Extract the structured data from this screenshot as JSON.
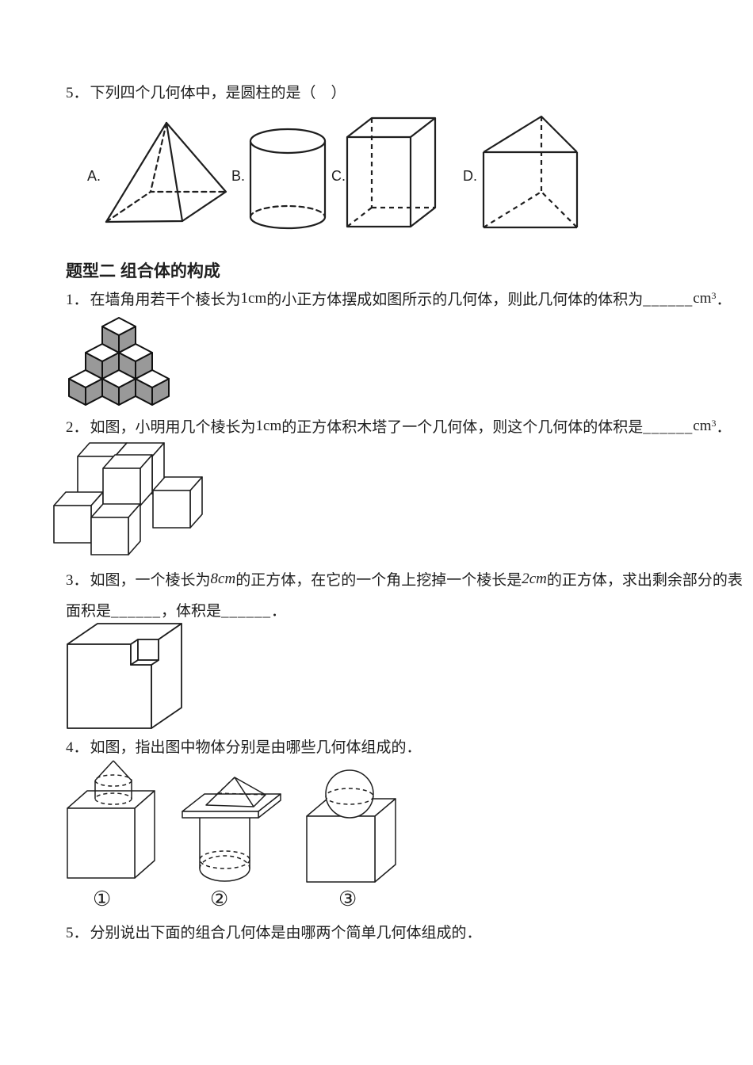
{
  "colors": {
    "ink": "#1f1f1f",
    "cube_fill": "#999999",
    "paper": "#ffffff"
  },
  "q5_choice": {
    "number": "5．",
    "text": "下列四个几何体中，是圆柱的是（　）",
    "options": [
      {
        "label": "A.",
        "shape": "square-pyramid"
      },
      {
        "label": "B.",
        "shape": "cylinder"
      },
      {
        "label": "C.",
        "shape": "cuboid"
      },
      {
        "label": "D.",
        "shape": "triangular-prism"
      }
    ]
  },
  "section": {
    "title": "题型二 组合体的构成"
  },
  "q1": {
    "number": "1．",
    "p1": "在墙角用若干个棱长为",
    "u1": "1cm",
    "p2": "的小正方体摆成如图所示的几何体，则此几何体的体积为",
    "blank": "______",
    "unit": "cm",
    "sup": "3",
    "period": "．"
  },
  "q2": {
    "number": "2．",
    "p1": "如图，小明用几个棱长为",
    "u1": "1cm",
    "p2": "的正方体积木塔了一个几何体，则这个几何体的体积是",
    "blank": "______",
    "unit": "cm",
    "sup": "3",
    "period": "．"
  },
  "q3": {
    "number": "3．",
    "p1": "如图，一个棱长为",
    "u1": "8cm",
    "p2": "的正方体，在它的一个角上挖掉一个棱长是",
    "u2": "2cm",
    "p3": "的正方体，求出剩余部分的表面积是",
    "b1": "______",
    "p4": "，体积是",
    "b2": "______",
    "p5": "．"
  },
  "q4": {
    "number": "4．",
    "text": "如图，指出图中物体分别是由哪些几何体组成的．",
    "labels": [
      "①",
      "②",
      "③"
    ]
  },
  "q5_compose": {
    "number": "5．",
    "text": "分别说出下面的组合几何体是由哪两个简单几何体组成的．"
  }
}
